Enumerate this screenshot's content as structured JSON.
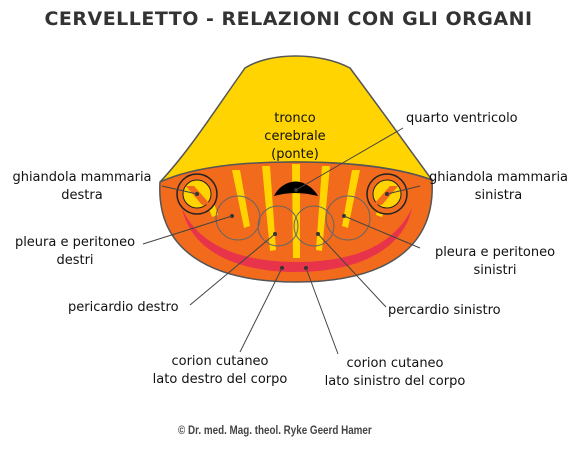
{
  "title": "CERVELLETTO - RELAZIONI CON GLI ORGANI",
  "labels": {
    "tronco_line1": "tronco",
    "tronco_line2": "cerebrale",
    "tronco_line3": "(ponte)",
    "quarto_ventricolo": "quarto ventricolo",
    "mammaria_dx_line1": "ghiandola mammaria",
    "mammaria_dx_line2": "destra",
    "mammaria_sx_line1": "ghiandola mammaria",
    "mammaria_sx_line2": "sinistra",
    "pleura_dx_line1": "pleura e peritoneo",
    "pleura_dx_line2": "destri",
    "pleura_sx_line1": "pleura e peritoneo",
    "pleura_sx_line2": "sinistri",
    "pericardio_dx": "pericardio destro",
    "pericardio_sx": "percardio sinistro",
    "corion_dx_line1": "corion cutaneo",
    "corion_dx_line2": "lato destro del corpo",
    "corion_sx_line1": "corion cutaneo",
    "corion_sx_line2": "lato sinistro del corpo"
  },
  "credit": "© Dr. med. Mag. theol. Ryke Geerd Hamer",
  "colors": {
    "brainstem": "#ffd400",
    "cerebellum": "#f26a1b",
    "inner_band": "#e8344a",
    "ventricle": "#000000",
    "stroke": "#555555"
  }
}
